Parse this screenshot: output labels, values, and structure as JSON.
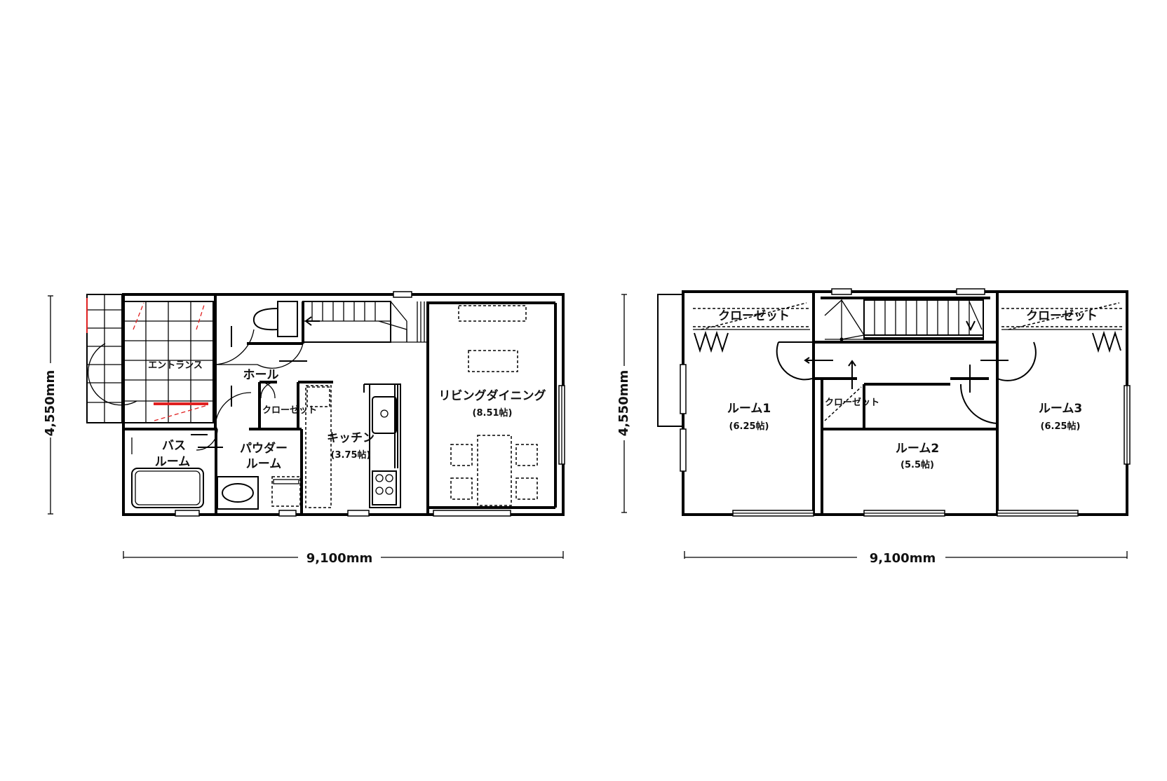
{
  "floor1": {
    "width_dim": "9,100mm",
    "depth_dim": "4,550mm",
    "rooms": {
      "entrance": "エントランス",
      "hall": "ホール",
      "closet": "クローゼット",
      "bath_line1": "バス",
      "bath_line2": "ルーム",
      "powder_line1": "パウダー",
      "powder_line2": "ルーム",
      "kitchen": "キッチン",
      "kitchen_size": "(3.75帖)",
      "living": "リビングダイニング",
      "living_size": "(8.51帖)"
    }
  },
  "floor2": {
    "width_dim": "9,100mm",
    "depth_dim": "4,550mm",
    "rooms": {
      "closet_left": "クローゼット",
      "closet_right": "クローゼット",
      "closet_center": "クローゼット",
      "room1": "ルーム1",
      "room1_size": "(6.25帖)",
      "room2": "ルーム2",
      "room2_size": "(5.5帖)",
      "room3": "ルーム3",
      "room3_size": "(6.25帖)"
    }
  },
  "colors": {
    "line": "#000000",
    "accent": "#e02020",
    "background": "#ffffff"
  }
}
